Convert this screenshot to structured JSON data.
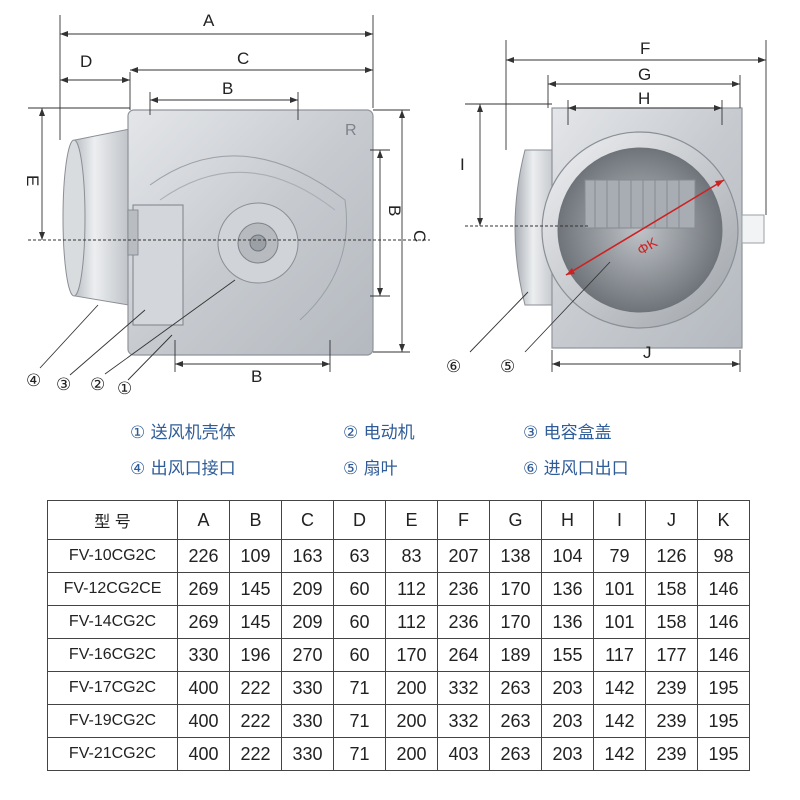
{
  "left_view": {
    "dims": {
      "A": "A",
      "D": "D",
      "C_top": "C",
      "B_top": "B",
      "E": "E",
      "B_right": "B",
      "C_right": "C",
      "B_bottom": "B"
    },
    "callouts": [
      "④",
      "③",
      "②",
      "①"
    ],
    "housing_mark": "R"
  },
  "right_view": {
    "dims": {
      "F": "F",
      "G": "G",
      "H": "H",
      "I": "I",
      "J": "J",
      "K": "ΦK"
    },
    "callouts": [
      "⑥",
      "⑤"
    ]
  },
  "legend": [
    {
      "num": "①",
      "text": "送风机壳体"
    },
    {
      "num": "②",
      "text": "电动机"
    },
    {
      "num": "③",
      "text": "电容盒盖"
    },
    {
      "num": "④",
      "text": "出风口接口"
    },
    {
      "num": "⑤",
      "text": "扇叶"
    },
    {
      "num": "⑥",
      "text": "进风口出口"
    }
  ],
  "colors": {
    "legend_text": "#2f5c98",
    "k_line": "#cc2222",
    "metal": "#c9cdd2"
  },
  "table": {
    "headers": [
      "型 号",
      "A",
      "B",
      "C",
      "D",
      "E",
      "F",
      "G",
      "H",
      "I",
      "J",
      "K"
    ],
    "rows": [
      [
        "FV-10CG2C",
        "226",
        "109",
        "163",
        "63",
        "83",
        "207",
        "138",
        "104",
        "79",
        "126",
        "98"
      ],
      [
        "FV-12CG2CE",
        "269",
        "145",
        "209",
        "60",
        "112",
        "236",
        "170",
        "136",
        "101",
        "158",
        "146"
      ],
      [
        "FV-14CG2C",
        "269",
        "145",
        "209",
        "60",
        "112",
        "236",
        "170",
        "136",
        "101",
        "158",
        "146"
      ],
      [
        "FV-16CG2C",
        "330",
        "196",
        "270",
        "60",
        "170",
        "264",
        "189",
        "155",
        "117",
        "177",
        "146"
      ],
      [
        "FV-17CG2C",
        "400",
        "222",
        "330",
        "71",
        "200",
        "332",
        "263",
        "203",
        "142",
        "239",
        "195"
      ],
      [
        "FV-19CG2C",
        "400",
        "222",
        "330",
        "71",
        "200",
        "332",
        "263",
        "203",
        "142",
        "239",
        "195"
      ],
      [
        "FV-21CG2C",
        "400",
        "222",
        "330",
        "71",
        "200",
        "403",
        "263",
        "203",
        "142",
        "239",
        "195"
      ]
    ]
  }
}
